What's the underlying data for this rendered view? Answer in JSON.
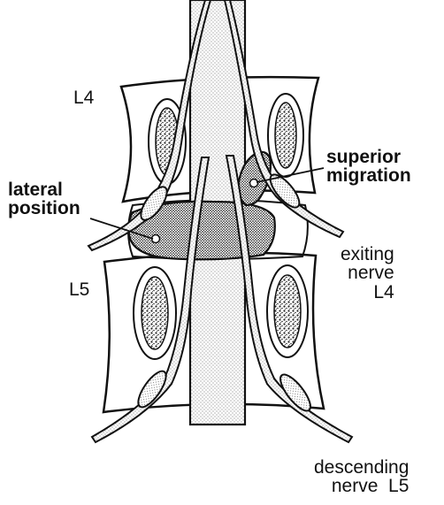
{
  "labels": {
    "l4": "L4",
    "l5": "L5",
    "superior_migration": [
      "superior",
      "migration"
    ],
    "lateral_position": [
      "lateral",
      "position"
    ],
    "exiting_nerve": [
      "exiting",
      "nerve",
      "L4"
    ],
    "descending_nerve": [
      "descending",
      "nerve  L5"
    ]
  },
  "colors": {
    "ink": "#111111",
    "stipple": "#9a9a9a",
    "herniation": "#3a3a3a",
    "background": "#ffffff"
  }
}
